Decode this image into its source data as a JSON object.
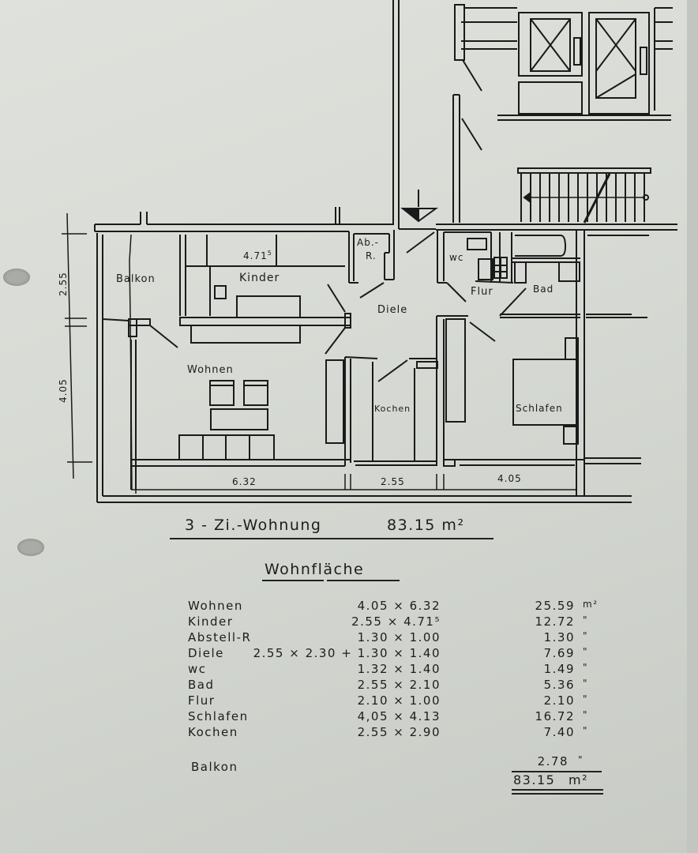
{
  "plan": {
    "rooms": {
      "balkon": "Balkon",
      "kinder": "Kinder",
      "wohnen": "Wohnen",
      "abstell": "Ab.-",
      "abstell_2": "R.",
      "diele": "Diele",
      "wc": "wc",
      "flur": "Flur",
      "bad": "Bad",
      "kochen": "Kochen",
      "schlafen": "Schlafen"
    },
    "dimensions": {
      "kinder_length": "4.71",
      "kinder_length_sup": "5",
      "left_upper": "2.55",
      "left_lower": "4.05",
      "bottom_wohnen": "6.32",
      "bottom_kochen": "2.55",
      "bottom_schlafen": "4.05"
    },
    "icons": {
      "entrance": "entrance-arrow-icon",
      "elevator": "elevator-icon",
      "stairs": "staircase-icon"
    }
  },
  "title": {
    "name": "3 - Zi.-Wohnung",
    "area": "83.15 m²"
  },
  "section": {
    "heading": "Wohnfläche"
  },
  "area_table": {
    "rows": [
      {
        "room": "Wohnen",
        "calc": "4.05 × 6.32",
        "value": "25.59",
        "unit": "m²"
      },
      {
        "room": "Kinder",
        "calc": "2.55 × 4.71⁵",
        "value": "12.72",
        "unit": "\""
      },
      {
        "room": "Abstell-R",
        "calc": "1.30 × 1.00",
        "value": "1.30",
        "unit": "\""
      },
      {
        "room": "Diele",
        "calc": "2.55 × 2.30 + 1.30 × 1.40",
        "value": "7.69",
        "unit": "\""
      },
      {
        "room": "wc",
        "calc": "1.32 × 1.40",
        "value": "1.49",
        "unit": "\""
      },
      {
        "room": "Bad",
        "calc": "2.55 × 2.10",
        "value": "5.36",
        "unit": "\""
      },
      {
        "room": "Flur",
        "calc": "2.10 × 1.00",
        "value": "2.10",
        "unit": "\""
      },
      {
        "room": "Schlafen",
        "calc": "4,05 × 4.13",
        "value": "16.72",
        "unit": "\""
      },
      {
        "room": "Kochen",
        "calc": "2.55 × 2.90",
        "value": "7.40",
        "unit": "\""
      }
    ],
    "balkon": {
      "room": "Balkon",
      "value": "2.78",
      "unit": "\""
    },
    "total": {
      "value": "83.15",
      "unit": "m²"
    }
  },
  "colors": {
    "paper": "#dcdfd9",
    "ink": "#1d1d1d"
  }
}
